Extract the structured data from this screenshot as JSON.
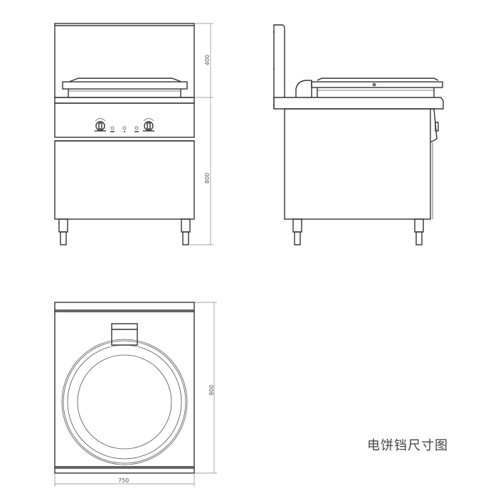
{
  "title": "电饼铛尺寸图",
  "views": {
    "front": {
      "label": "front-view",
      "dimensions": {
        "upper_height": "400",
        "lower_height": "800"
      },
      "controls": {
        "knobs": 2,
        "indicator_lights": 3
      }
    },
    "side": {
      "label": "side-view"
    },
    "top": {
      "label": "top-view",
      "dimensions": {
        "depth": "900",
        "width": "750"
      }
    }
  },
  "colors": {
    "line": "#333333",
    "dimension": "#888888",
    "background": "#ffffff"
  }
}
